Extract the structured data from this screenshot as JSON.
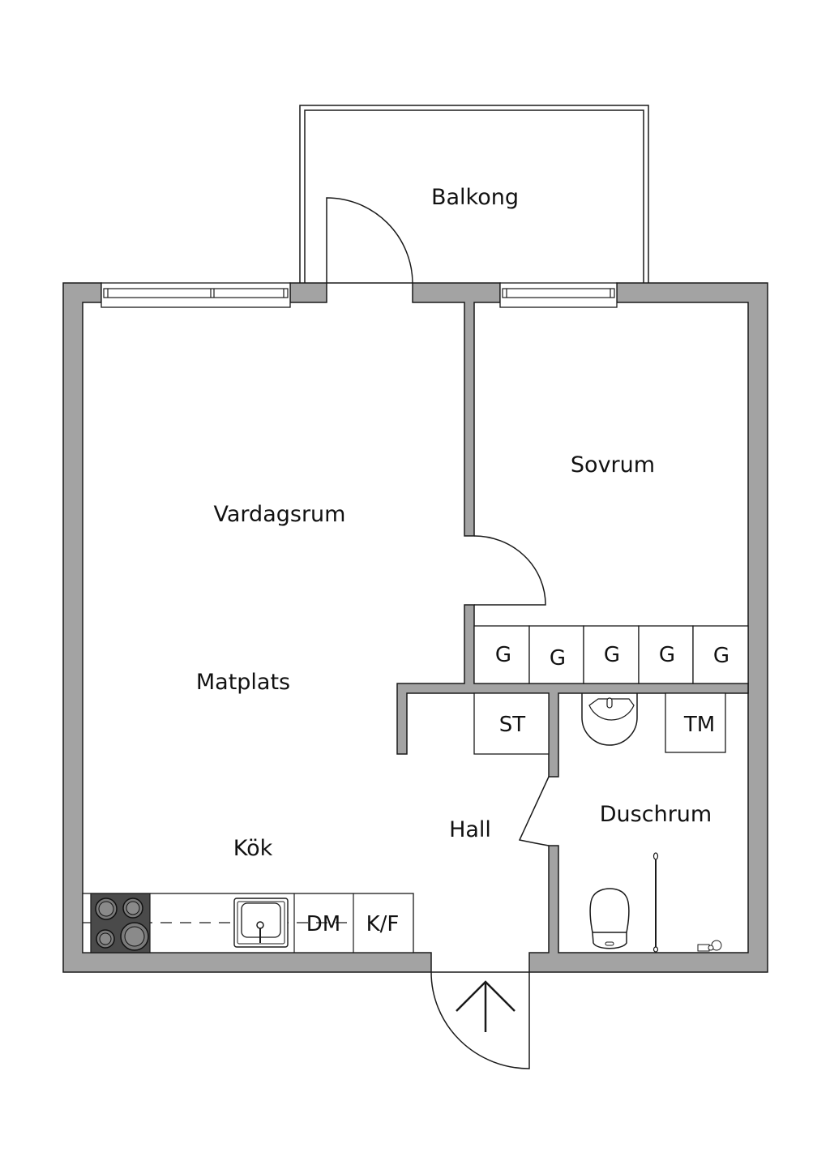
{
  "floorplan": {
    "rooms": {
      "balcony": "Balkong",
      "bedroom": "Sovrum",
      "living_room": "Vardagsrum",
      "dining": "Matplats",
      "kitchen": "Kök",
      "hall": "Hall",
      "shower_room": "Duschrum"
    },
    "fixtures": {
      "wardrobes": [
        "G",
        "G",
        "G",
        "G",
        "G"
      ],
      "storage": "ST",
      "washing_machine": "TM",
      "dishwasher": "DM",
      "fridge_freezer": "K/F"
    },
    "colors": {
      "wall": "#a3a3a3",
      "stove": "#4a4a4a",
      "line": "#1a1a1a",
      "background": "#ffffff"
    }
  }
}
